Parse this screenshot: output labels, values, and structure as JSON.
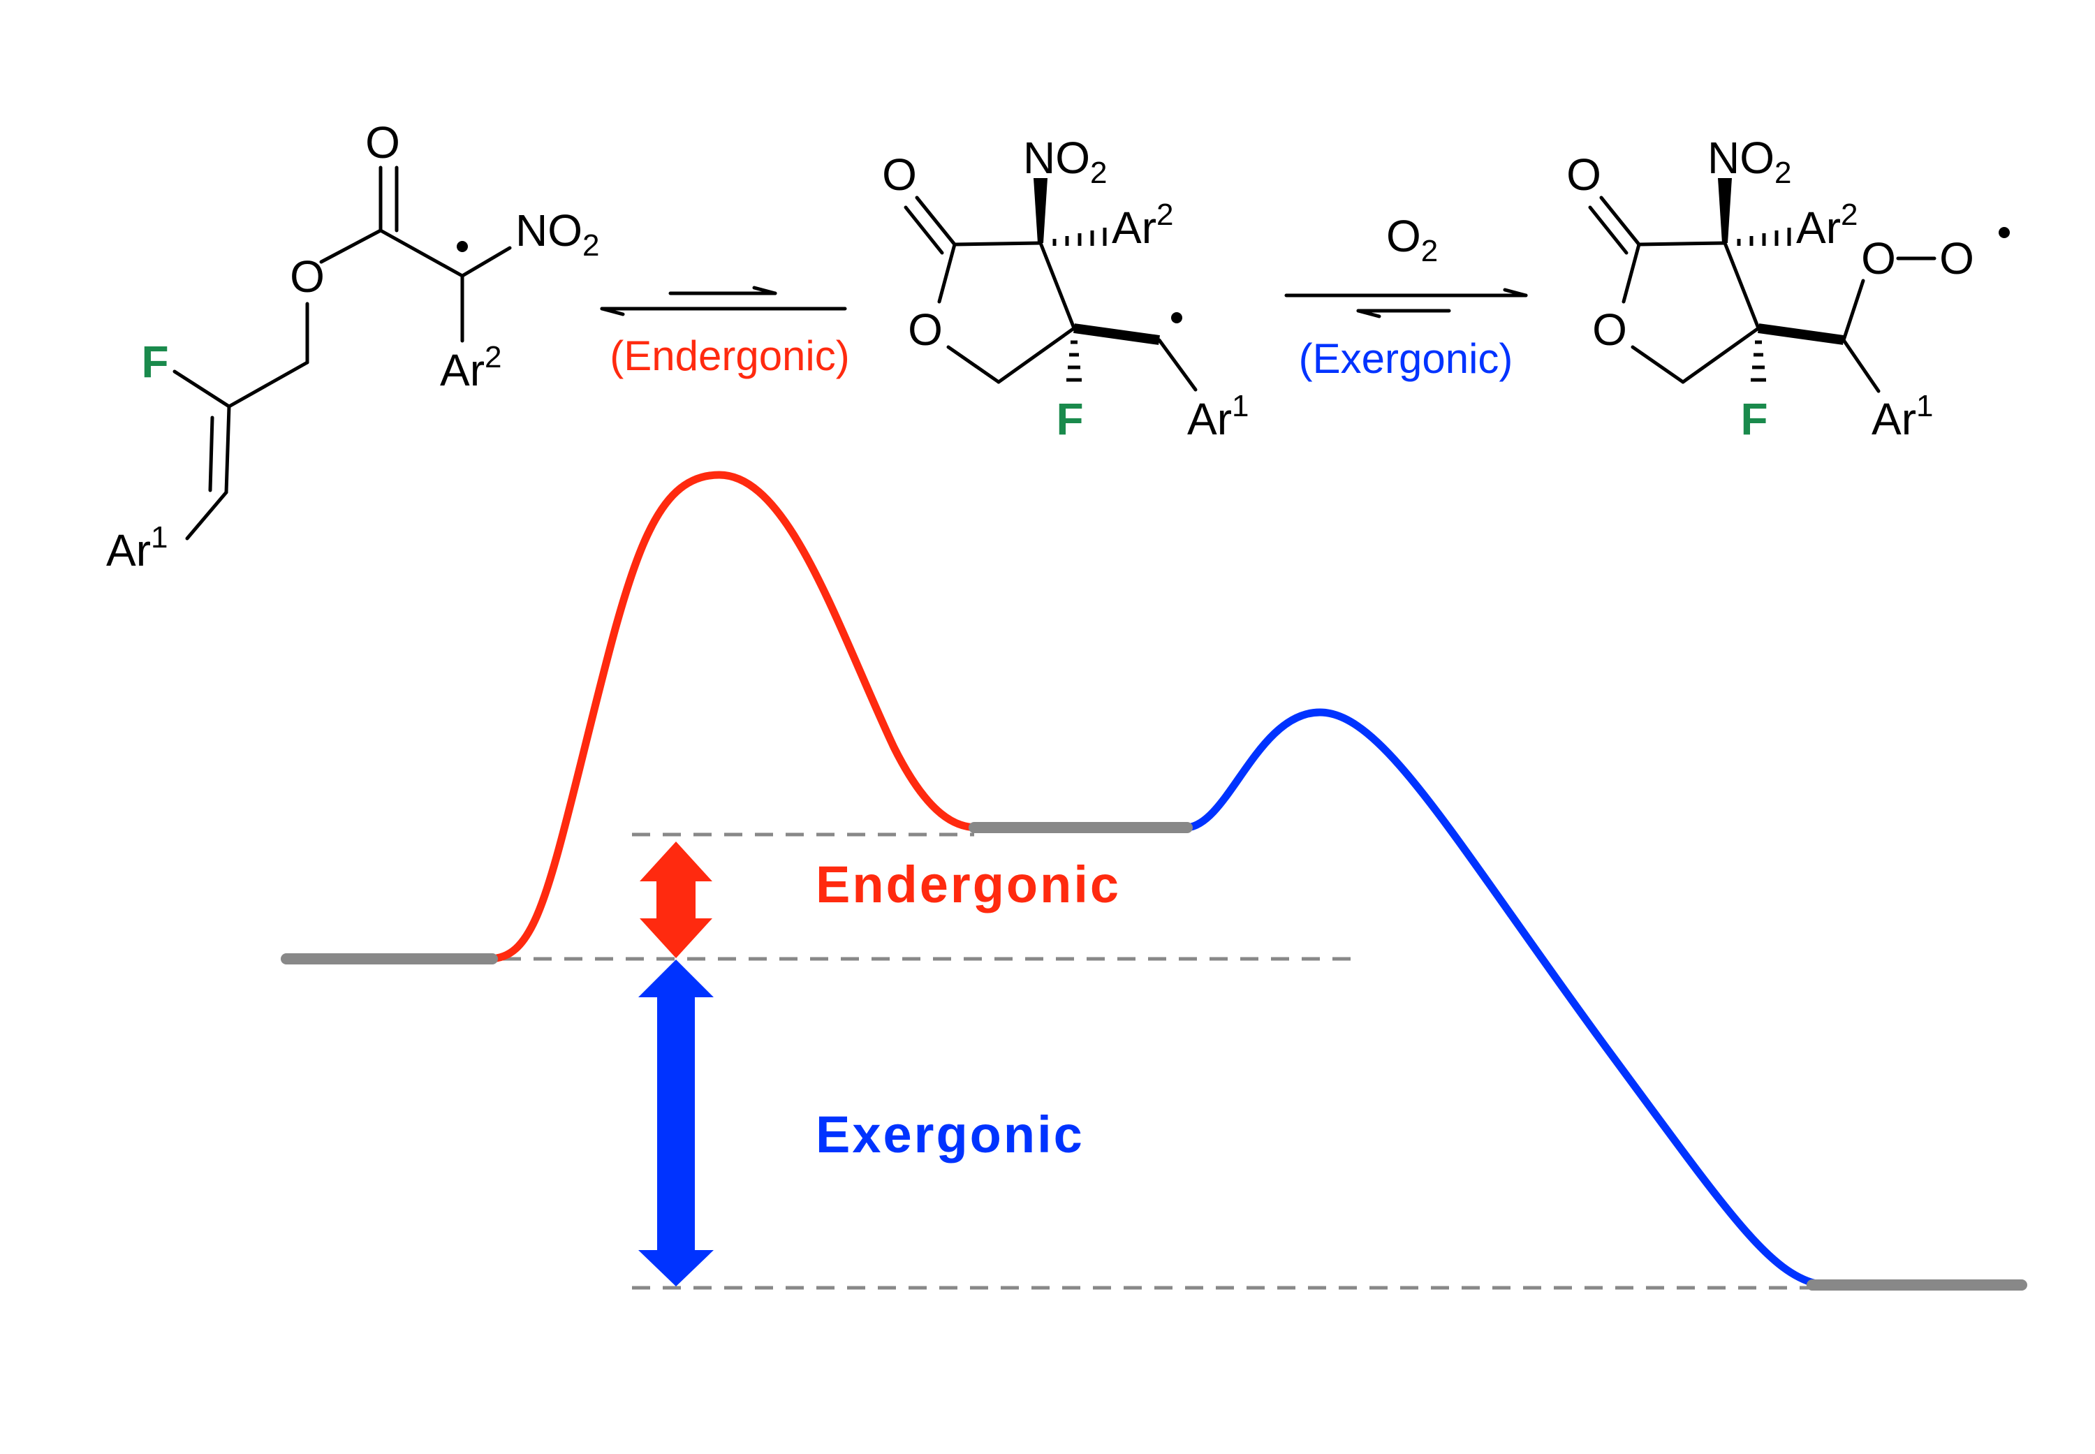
{
  "colors": {
    "endergonic": "#ff2a0f",
    "exergonic": "#0033ff",
    "fluorine": "#1a8a4c",
    "level": "#888888"
  },
  "scheme": {
    "reactant": {
      "O_carbonyl": "O",
      "O_ester": "O",
      "F": "F",
      "ar1": "Ar",
      "ar1_sup": "1",
      "ar2": "Ar",
      "ar2_sup": "2",
      "no2": "NO",
      "no2_sub": "2"
    },
    "arrow1_label": "(Endergonic)",
    "intermediate": {
      "O_carbonyl": "O",
      "O_ring": "O",
      "F": "F",
      "ar1": "Ar",
      "ar1_sup": "1",
      "ar2": "Ar",
      "ar2_sup": "2",
      "no2": "NO",
      "no2_sub": "2"
    },
    "arrow2_reagent": "O",
    "arrow2_reagent_sub": "2",
    "arrow2_label": "(Exergonic)",
    "product": {
      "O_carbonyl": "O",
      "O_ring": "O",
      "F": "F",
      "ar1": "Ar",
      "ar1_sup": "1",
      "ar2": "Ar",
      "ar2_sup": "2",
      "no2": "NO",
      "no2_sub": "2",
      "O_peroxy1": "O",
      "O_peroxy2": "O"
    }
  },
  "energy_diagram": {
    "endergonic_label": "Endergonic",
    "exergonic_label": "Exergonic"
  }
}
